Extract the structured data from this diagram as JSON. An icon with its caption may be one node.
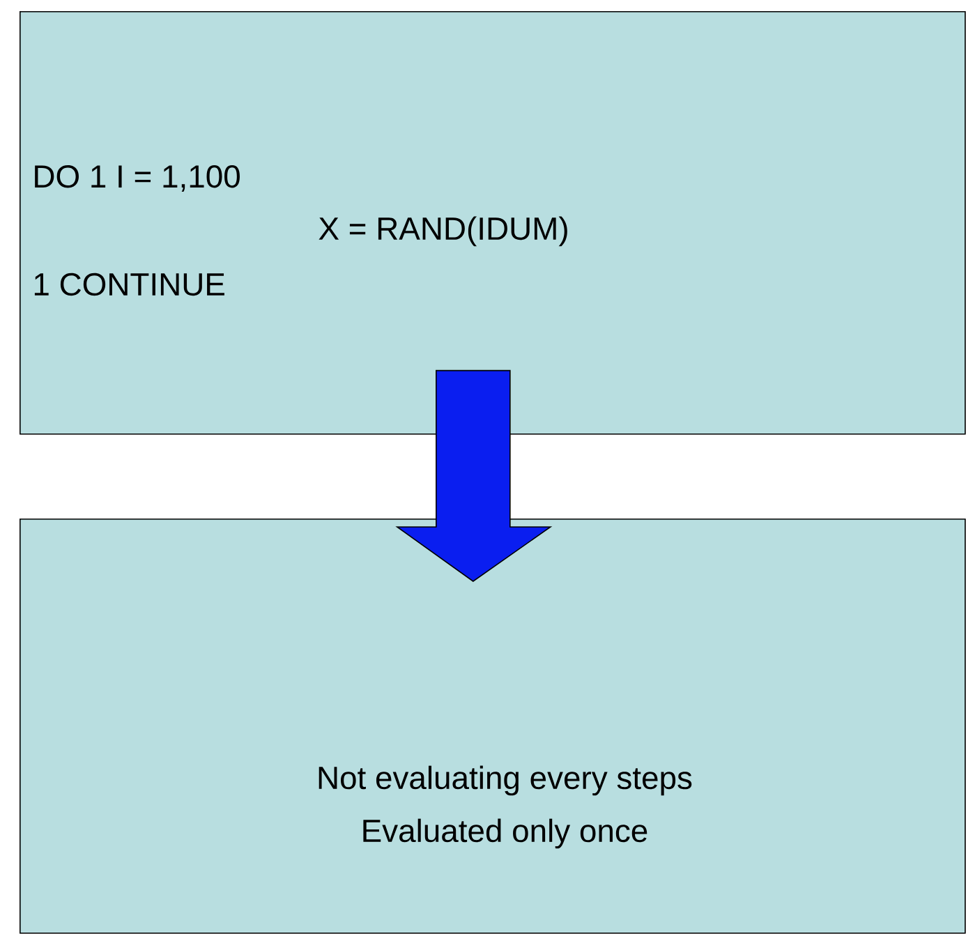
{
  "diagram": {
    "nodes": [
      {
        "text": [
          "DO 1 I = 1,100",
          "X = RAND(IDUM)",
          "1 CONTINUE"
        ]
      },
      {
        "text": [
          "Not evaluating every steps",
          "Evaluated only once"
        ]
      }
    ],
    "edges": [
      {
        "from": 0,
        "to": 1,
        "arrow": "to"
      }
    ]
  }
}
